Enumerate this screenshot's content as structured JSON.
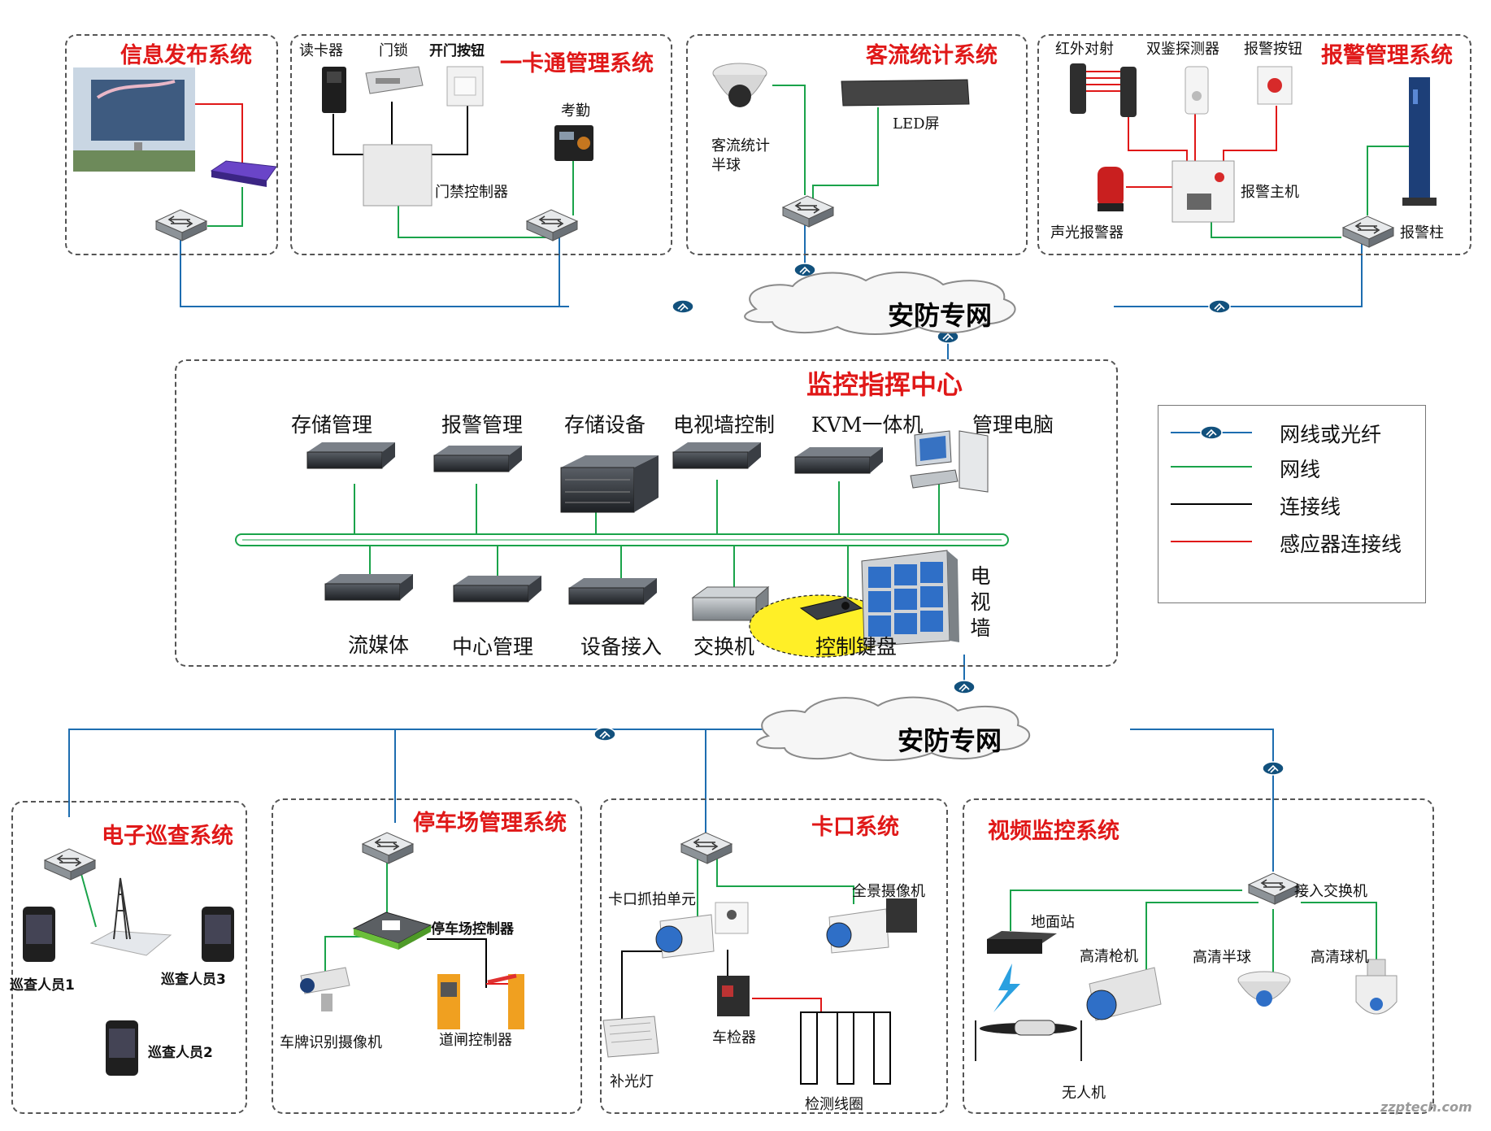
{
  "top": {
    "info": {
      "title": "信息发布系统"
    },
    "card": {
      "title": "一卡通管理系统",
      "reader": "读卡器",
      "lock": "门锁",
      "button": "开门按钮",
      "attendance": "考勤",
      "controller": "门禁控制器"
    },
    "flow": {
      "title": "客流统计系统",
      "dome": "客流统计\n半球",
      "led": "LED屏"
    },
    "alarm": {
      "title": "报警管理系统",
      "ir": "红外对射",
      "dual": "双鉴探测器",
      "btn": "报警按钮",
      "host": "报警主机",
      "siren": "声光报警器",
      "pillar": "报警柱"
    }
  },
  "cloud_top": "安防专网",
  "cloud_bottom": "安防专网",
  "center": {
    "title": "监控指挥中心",
    "top_row": [
      "存储管理",
      "报警管理",
      "存储设备",
      "电视墙控制",
      "KVM一体机",
      "管理电脑"
    ],
    "bottom_row": [
      "流媒体",
      "中心管理",
      "设备接入",
      "交换机"
    ],
    "keyboard": "控制键盘",
    "tvwall": "电视墙"
  },
  "legend": [
    {
      "label": "网线或光纤",
      "color": "#1d6db0"
    },
    {
      "label": "网线",
      "color": "#1aa34a"
    },
    {
      "label": "连接线",
      "color": "#000000"
    },
    {
      "label": "感应器连接线",
      "color": "#e01818"
    }
  ],
  "bottom": {
    "patrol": {
      "title": "电子巡查系统",
      "p1": "巡查人员1",
      "p2": "巡查人员2",
      "p3": "巡查人员3"
    },
    "parking": {
      "title": "停车场管理系统",
      "controller": "停车场控制器",
      "lpr": "车牌识别摄像机",
      "gate": "道闸控制器"
    },
    "checkpoint": {
      "title": "卡口系统",
      "capture": "卡口抓拍单元",
      "pano": "全景摄像机",
      "light": "补光灯",
      "detector": "车检器",
      "coil": "检测线圈"
    },
    "video": {
      "title": "视频监控系统",
      "access": "接入交换机",
      "ground": "地面站",
      "gun": "高清枪机",
      "half": "高清半球",
      "ball": "高清球机",
      "drone": "无人机"
    }
  },
  "watermark": "zzptech.com",
  "colors": {
    "red": "#e01818",
    "blue": "#1d6db0",
    "green": "#1aa34a",
    "black": "#000000"
  }
}
